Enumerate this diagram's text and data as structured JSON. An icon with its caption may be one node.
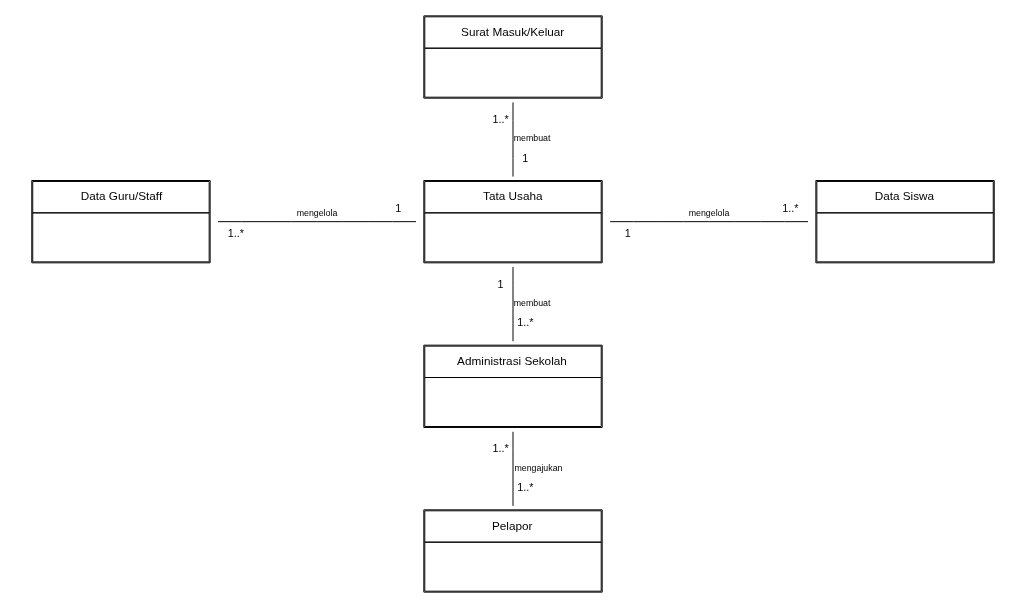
{
  "diagram": {
    "nodes": [
      {
        "text": [
          "Surat Masuk/Keluar"
        ]
      },
      {
        "text": [
          "Data Guru/Staff"
        ]
      },
      {
        "text": [
          "Tata Usaha"
        ]
      },
      {
        "text": [
          "Data Siswa"
        ]
      },
      {
        "text": [
          "Administrasi Sekolah"
        ]
      },
      {
        "text": [
          "Pelapor"
        ]
      }
    ],
    "edges": [
      {
        "from": 0,
        "to": 2,
        "arrow": "none",
        "label": "membuat"
      },
      {
        "from": 1,
        "to": 2,
        "arrow": "none",
        "label": "mengelola"
      },
      {
        "from": 2,
        "to": 3,
        "arrow": "none",
        "label": "mengelola"
      },
      {
        "from": 2,
        "to": 4,
        "arrow": "none",
        "label": "membuat"
      },
      {
        "from": 4,
        "to": 5,
        "arrow": "none",
        "label": "mengajukan"
      }
    ],
    "labels": [
      "1..*",
      "1",
      "1..*",
      "1",
      "1",
      "1..*",
      "1",
      "1..*",
      "1..*",
      "1..*"
    ]
  }
}
